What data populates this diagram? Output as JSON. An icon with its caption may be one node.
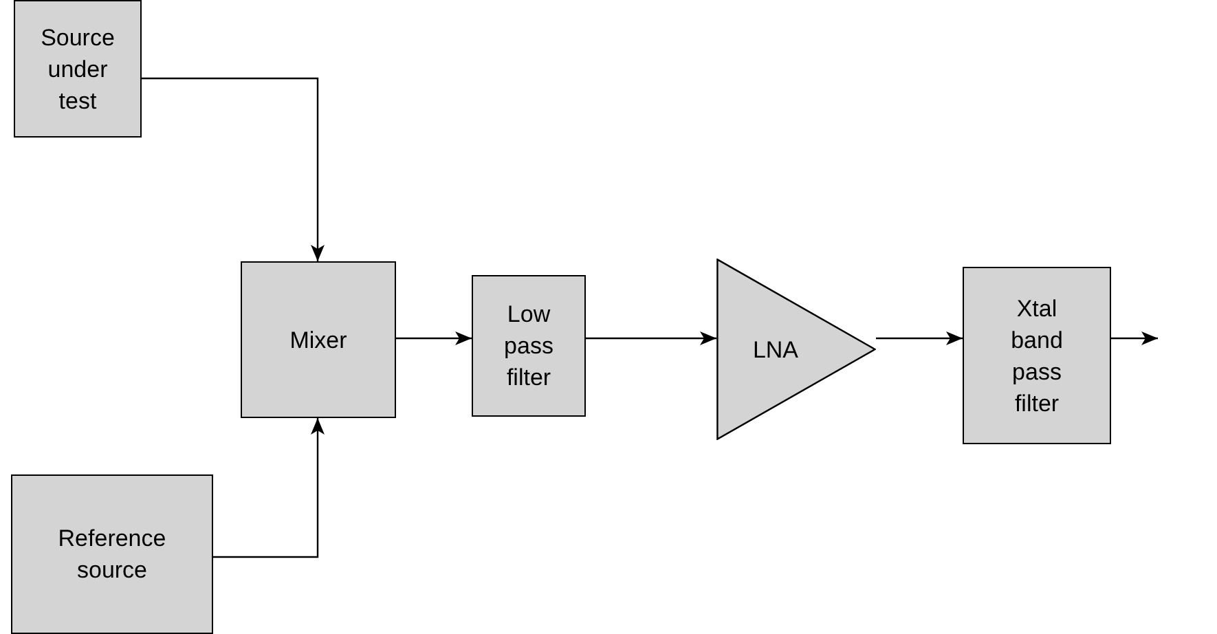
{
  "diagram": {
    "nodes": [
      {
        "text": [
          "Source under test"
        ]
      },
      {
        "text": [
          "Reference source"
        ]
      },
      {
        "text": [
          "Mixer"
        ]
      },
      {
        "text": [
          "Low pass filter"
        ]
      },
      {
        "text": [
          "LNA"
        ]
      },
      {
        "text": [
          "Xtal band pass filter"
        ]
      }
    ],
    "edges": [
      {
        "from": 0,
        "to": 2,
        "arrow": "to"
      },
      {
        "from": 1,
        "to": 2,
        "arrow": "to"
      },
      {
        "from": 2,
        "to": 3,
        "arrow": "to"
      },
      {
        "from": 3,
        "to": 4,
        "arrow": "to"
      },
      {
        "from": 4,
        "to": 5,
        "arrow": "to"
      },
      {
        "from": 5,
        "to": null,
        "arrow": "to"
      }
    ]
  }
}
